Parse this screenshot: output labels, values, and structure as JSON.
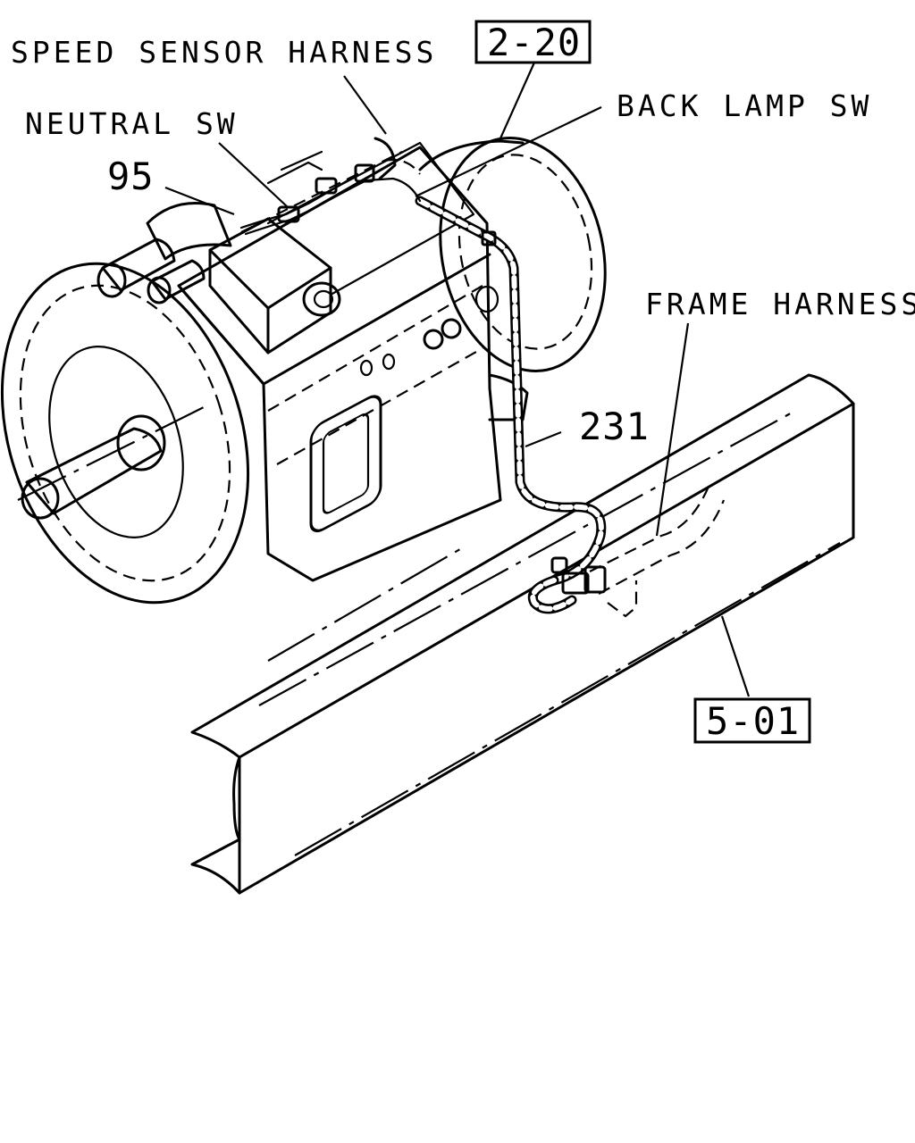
{
  "labels": {
    "speed_sensor_harness": "SPEED SENSOR HARNESS",
    "neutral_sw": "NEUTRAL SW",
    "back_lamp_sw": "BACK LAMP SW",
    "frame_harness": "FRAME HARNESS"
  },
  "part_numbers": {
    "p95": "95",
    "p231": "231"
  },
  "section_refs": {
    "ref_2_20": "2-20",
    "ref_5_01": "5-01"
  }
}
